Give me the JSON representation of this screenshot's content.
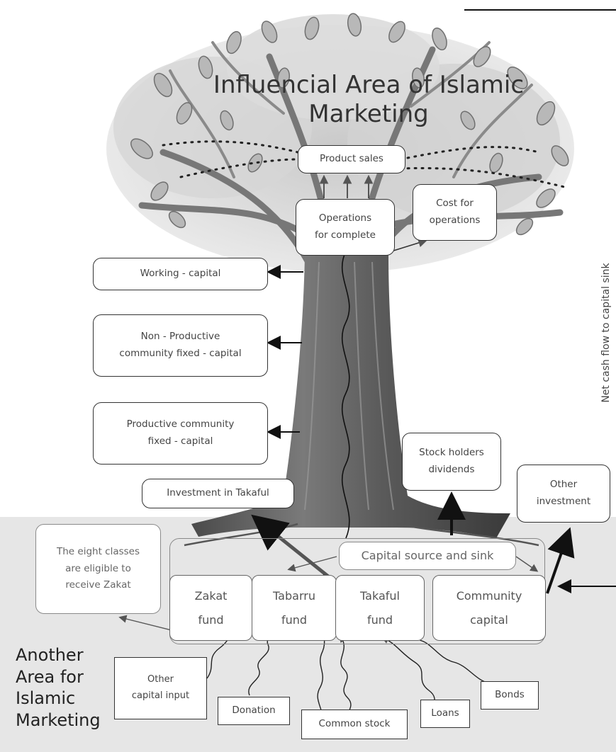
{
  "title_line1": "Influencial Area of Islamic",
  "title_line2": "Marketing",
  "side_label": "Net cash flow to capital sink",
  "boxes": {
    "product_sales": "Product sales",
    "operations_l1": "Operations",
    "operations_l2": "for complete",
    "cost_l1": "Cost for",
    "cost_l2": "operations",
    "working_capital": "Working - capital",
    "nonprod_l1": "Non - Productive",
    "nonprod_l2": "community fixed - capital",
    "prod_l1": "Productive community",
    "prod_l2": "fixed - capital",
    "takaful_invest": "Investment in Takaful",
    "stock_l1": "Stock holders",
    "stock_l2": "dividends",
    "other_inv_l1": "Other",
    "other_inv_l2": "investment",
    "eight_l1": "The eight classes",
    "eight_l2": "are eligible to",
    "eight_l3": "receive Zakat",
    "capital_source": "Capital source and sink",
    "zakat_l1": "Zakat",
    "zakat_l2": "fund",
    "tabarru_l1": "Tabarru",
    "tabarru_l2": "fund",
    "takaful_l1": "Takaful",
    "takaful_l2": "fund",
    "community_l1": "Community",
    "community_l2": "capital",
    "other_cap_l1": "Other",
    "other_cap_l2": "capital input",
    "donation": "Donation",
    "common_stock": "Common stock",
    "loans": "Loans",
    "bonds": "Bonds"
  },
  "another_area": [
    "Another",
    "Area for",
    "Islamic",
    "Marketing"
  ]
}
